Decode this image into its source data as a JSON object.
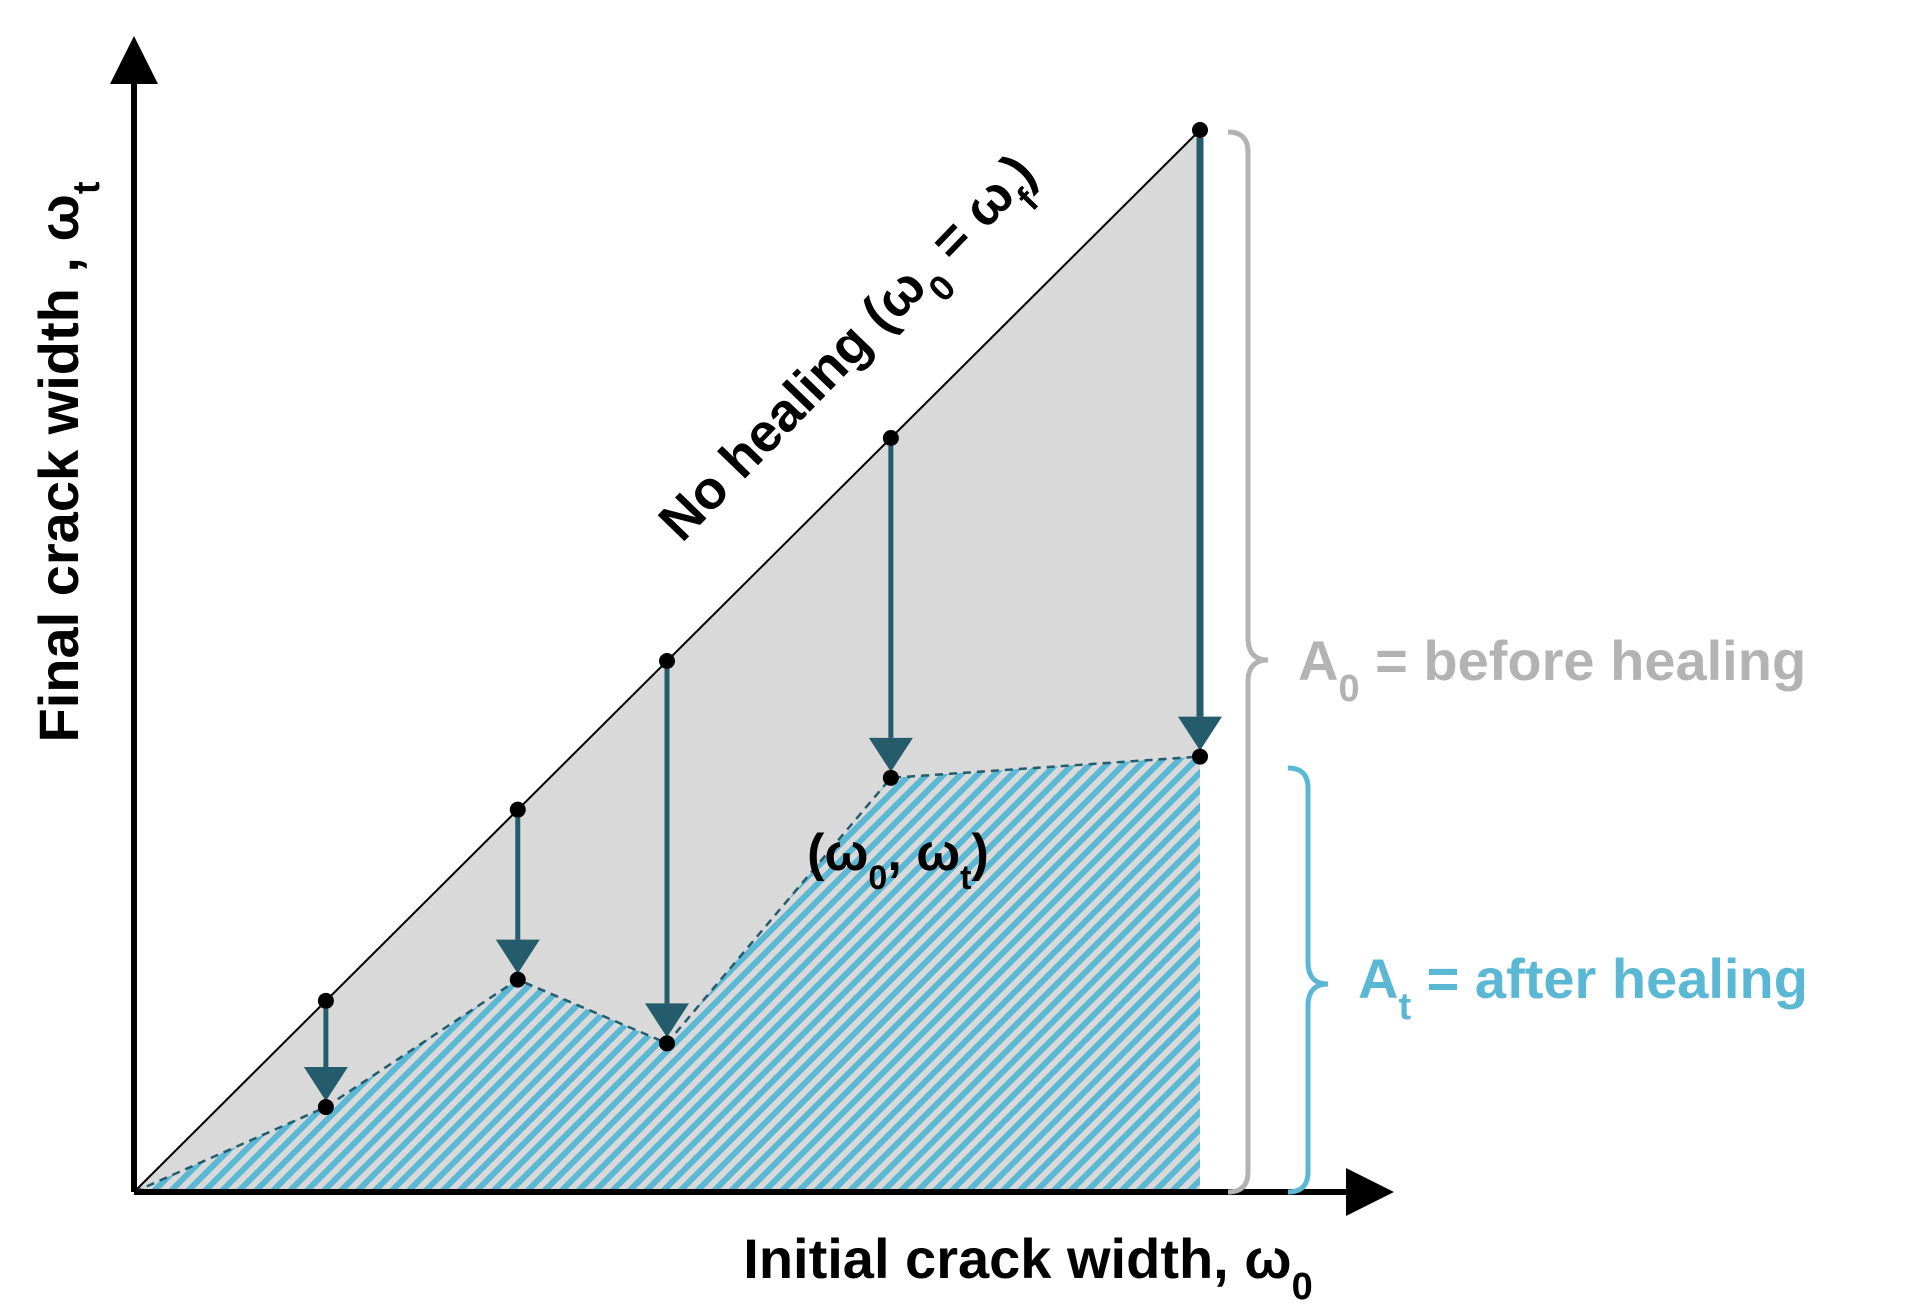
{
  "labels": {
    "y_axis": {
      "main": "Final crack width , ω",
      "sub": "t"
    },
    "x_axis": {
      "main": "Initial crack width, ω",
      "sub": "0"
    },
    "diagonal": {
      "prefix": "No healing (ω",
      "sub1": "0",
      "mid": " = ω",
      "sub2": "f",
      "suffix": ")"
    },
    "point": {
      "prefix": "(ω",
      "sub1": "0",
      "mid": ", ω",
      "sub2": "t",
      "suffix": ")"
    },
    "area_before": {
      "prefix": "A",
      "sub": "0",
      "suffix": " = before healing"
    },
    "area_after": {
      "prefix": "A",
      "sub": "t",
      "suffix": " = after healing"
    }
  },
  "colors": {
    "before_fill": "#d9d9d9",
    "after_hatch": "#5bb8d4",
    "arrow": "#245c6c",
    "brace_before": "#b3b3b3",
    "brace_after": "#5bb8d4",
    "text": "#000000"
  },
  "chart_data": {
    "type": "scatter",
    "points": [
      {
        "w0": 0.18,
        "wt": 0.08
      },
      {
        "w0": 0.36,
        "wt": 0.2
      },
      {
        "w0": 0.5,
        "wt": 0.14
      },
      {
        "w0": 0.71,
        "wt": 0.39
      },
      {
        "w0": 1.0,
        "wt": 0.41
      }
    ]
  }
}
